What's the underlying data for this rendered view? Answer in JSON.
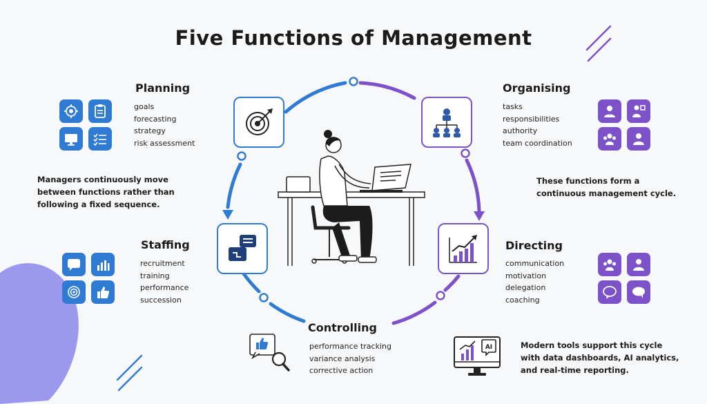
{
  "title": "Five Functions of Management",
  "colors": {
    "blue": "#2f7bd4",
    "purple": "#7b52c8",
    "dark": "#1b1b1b",
    "blob": "#9b98ee"
  },
  "functions": {
    "planning": {
      "title": "Planning",
      "items": [
        "goals",
        "forecasting",
        "strategy",
        "risk assessment"
      ],
      "icons": [
        "target-icon",
        "clipboard-icon",
        "monitor-icon",
        "checklist-icon"
      ]
    },
    "organising": {
      "title": "Organising",
      "items": [
        "tasks",
        "responsibilities",
        "authority",
        "team coordination"
      ],
      "icons": [
        "user-tie-icon",
        "presenter-icon",
        "team-icon",
        "person-icon"
      ]
    },
    "staffing": {
      "title": "Staffing",
      "items": [
        "recruitment",
        "training",
        "performance",
        "succession"
      ],
      "icons": [
        "chat-bubble-icon",
        "bar-chart-icon",
        "target-icon",
        "thumbs-up-icon"
      ]
    },
    "directing": {
      "title": "Directing",
      "items": [
        "communication",
        "motivation",
        "delegation",
        "coaching"
      ],
      "icons": [
        "team-icon",
        "person-icon",
        "speech-bubble-icon",
        "chat-bubble-icon"
      ]
    },
    "controlling": {
      "title": "Controlling",
      "items": [
        "performance tracking",
        "variance analysis",
        "corrective action"
      ],
      "icons": [
        "magnifier-thumbs-up-icon"
      ]
    }
  },
  "notes": {
    "left": [
      "Managers continuously move",
      "between functions rather than",
      "following a fixed sequence."
    ],
    "right": [
      "These functions form a",
      "continuous management cycle."
    ],
    "bottom": [
      "Modern tools support this cycle",
      "with data dashboards, AI analytics,",
      "and real-time reporting."
    ]
  },
  "dashboard_badge": "AI"
}
